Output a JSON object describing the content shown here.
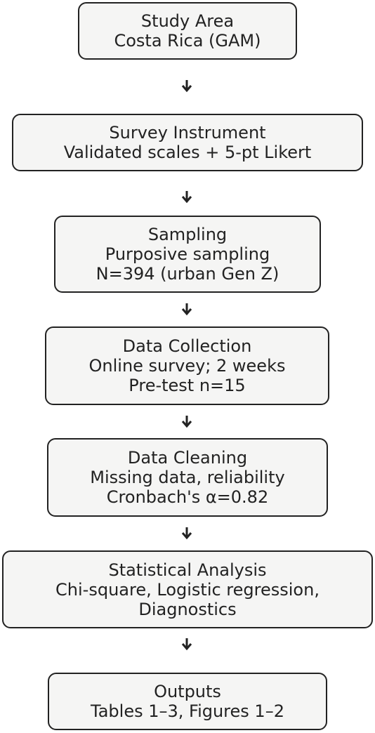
{
  "steps": [
    {
      "title": "Study Area",
      "lines": [
        "Costa Rica (GAM)"
      ]
    },
    {
      "title": "Survey Instrument",
      "lines": [
        "Validated scales + 5-pt Likert"
      ]
    },
    {
      "title": "Sampling",
      "lines": [
        "Purposive sampling",
        "N=394 (urban Gen Z)"
      ]
    },
    {
      "title": "Data Collection",
      "lines": [
        "Online survey; 2 weeks",
        "Pre-test n=15"
      ]
    },
    {
      "title": "Data Cleaning",
      "lines": [
        "Missing data, reliability",
        "Cronbach's α=0.82"
      ]
    },
    {
      "title": "Statistical Analysis",
      "lines": [
        "Chi-square, Logistic regression,",
        "Diagnostics"
      ]
    },
    {
      "title": "Outputs",
      "lines": [
        "Tables 1–3, Figures 1–2"
      ]
    }
  ],
  "colors": {
    "box_fill": "#f5f5f4",
    "border": "#222222",
    "arrow": "#222222"
  }
}
